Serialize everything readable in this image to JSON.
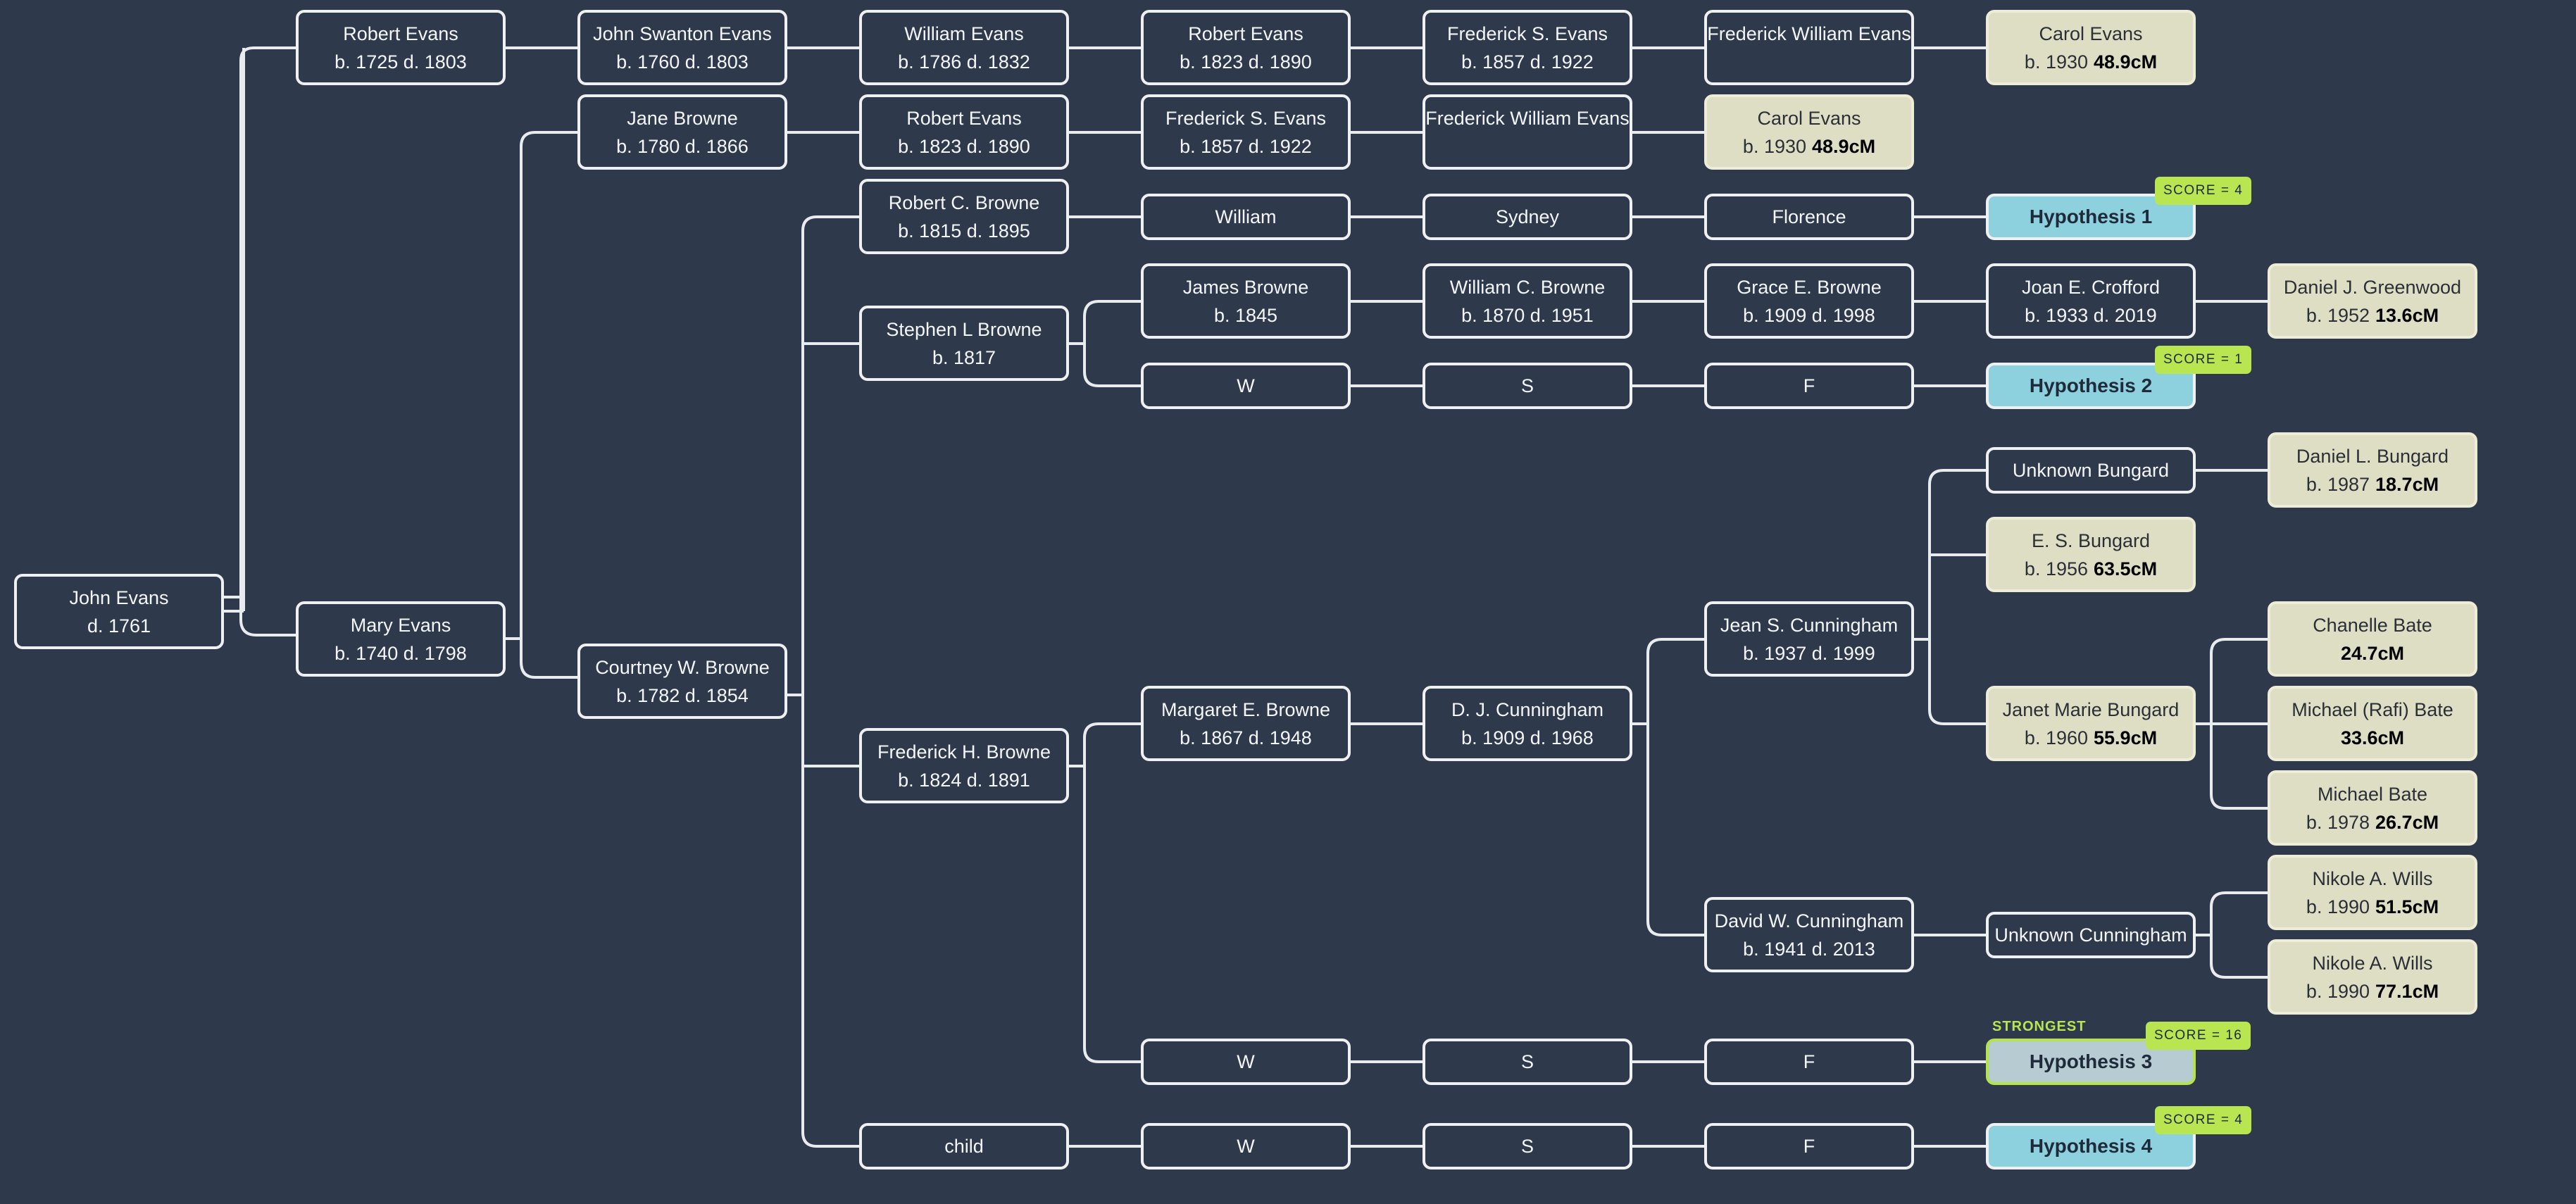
{
  "people": {
    "john_evans": {
      "name": "John Evans",
      "dates": "d. 1761"
    },
    "robert_evans_1725": {
      "name": "Robert Evans",
      "dates": "b. 1725 d. 1803"
    },
    "mary_evans": {
      "name": "Mary Evans",
      "dates": "b. 1740 d. 1798"
    },
    "john_swanton_evans": {
      "name": "John Swanton Evans",
      "dates": "b. 1760 d. 1803"
    },
    "jane_browne": {
      "name": "Jane Browne",
      "dates": "b. 1780 d. 1866"
    },
    "courtney_w_browne": {
      "name": "Courtney W. Browne",
      "dates": "b. 1782 d. 1854"
    },
    "william_evans_1786": {
      "name": "William Evans",
      "dates": "b. 1786 d. 1832"
    },
    "robert_evans_1823_a": {
      "name": "Robert Evans",
      "dates": "b. 1823 d. 1890"
    },
    "robert_evans_1823_b": {
      "name": "Robert Evans",
      "dates": "b. 1823 d. 1890"
    },
    "robert_c_browne": {
      "name": "Robert C. Browne",
      "dates": "b. 1815 d. 1895"
    },
    "stephen_l_browne": {
      "name": "Stephen L Browne",
      "dates": "b. 1817"
    },
    "frederick_h_browne": {
      "name": "Frederick H. Browne",
      "dates": "b. 1824 d. 1891"
    },
    "child": {
      "name": "child"
    },
    "frederick_s_evans_a": {
      "name": "Frederick S. Evans",
      "dates": "b. 1857 d. 1922"
    },
    "frederick_s_evans_b": {
      "name": "Frederick S. Evans",
      "dates": "b. 1857 d. 1922"
    },
    "frederick_william_evans_a": {
      "name": "Frederick William Evans"
    },
    "frederick_william_evans_b": {
      "name": "Frederick William Evans"
    },
    "carol_evans_a": {
      "name": "Carol Evans",
      "dates": "b. 1930",
      "cm": "48.9cM"
    },
    "carol_evans_b": {
      "name": "Carol Evans",
      "dates": "b. 1930",
      "cm": "48.9cM"
    },
    "william": {
      "name": "William"
    },
    "sydney": {
      "name": "Sydney"
    },
    "florence": {
      "name": "Florence"
    },
    "james_browne": {
      "name": "James Browne",
      "dates": "b. 1845"
    },
    "william_c_browne": {
      "name": "William C. Browne",
      "dates": "b. 1870 d. 1951"
    },
    "grace_e_browne": {
      "name": "Grace E. Browne",
      "dates": "b. 1909 d. 1998"
    },
    "joan_e_crofford": {
      "name": "Joan E. Crofford",
      "dates": "b. 1933 d. 2019"
    },
    "daniel_j_greenwood": {
      "name": "Daniel J. Greenwood",
      "dates": "b. 1952",
      "cm": "13.6cM"
    },
    "w2": {
      "name": "W"
    },
    "s2": {
      "name": "S"
    },
    "f2": {
      "name": "F"
    },
    "margaret_e_browne": {
      "name": "Margaret E. Browne",
      "dates": "b. 1867 d. 1948"
    },
    "dj_cunningham": {
      "name": "D. J. Cunningham",
      "dates": "b. 1909 d. 1968"
    },
    "jean_s_cunningham": {
      "name": "Jean S. Cunningham",
      "dates": "b. 1937 d. 1999"
    },
    "david_w_cunningham": {
      "name": "David W. Cunningham",
      "dates": "b. 1941 d. 2013"
    },
    "unknown_bungard": {
      "name": "Unknown Bungard"
    },
    "es_bungard": {
      "name": "E. S. Bungard",
      "dates": "b. 1956",
      "cm": "63.5cM"
    },
    "janet_marie_bungard": {
      "name": "Janet Marie Bungard",
      "dates": "b. 1960",
      "cm": "55.9cM"
    },
    "daniel_l_bungard": {
      "name": "Daniel L. Bungard",
      "dates": "b. 1987",
      "cm": "18.7cM"
    },
    "chanelle_bate": {
      "name": "Chanelle Bate",
      "cm": "24.7cM"
    },
    "michael_rafi_bate": {
      "name": "Michael (Rafi) Bate",
      "cm": "33.6cM"
    },
    "michael_bate": {
      "name": "Michael Bate",
      "dates": "b. 1978",
      "cm": "26.7cM"
    },
    "unknown_cunningham": {
      "name": "Unknown Cunningham"
    },
    "nikole_wills_a": {
      "name": "Nikole A. Wills",
      "dates": "b. 1990",
      "cm": "51.5cM"
    },
    "nikole_wills_b": {
      "name": "Nikole A. Wills",
      "dates": "b. 1990",
      "cm": "77.1cM"
    },
    "w3": {
      "name": "W"
    },
    "s3": {
      "name": "S"
    },
    "f3": {
      "name": "F"
    },
    "w4": {
      "name": "W"
    },
    "s4": {
      "name": "S"
    },
    "f4": {
      "name": "F"
    }
  },
  "hypotheses": {
    "h1": {
      "label": "Hypothesis 1",
      "score": "SCORE = 4"
    },
    "h2": {
      "label": "Hypothesis 2",
      "score": "SCORE = 1"
    },
    "h3": {
      "label": "Hypothesis 3",
      "score": "SCORE = 16",
      "flag": "STRONGEST"
    },
    "h4": {
      "label": "Hypothesis 4",
      "score": "SCORE = 4"
    }
  },
  "colors": {
    "background": "#2e3a4c",
    "line": "#e9ecef",
    "match_fill": "#dedec4",
    "hypothesis_fill": "#8dd0de",
    "strongest_fill": "#b7cbd3",
    "score_badge": "#b8e550"
  }
}
